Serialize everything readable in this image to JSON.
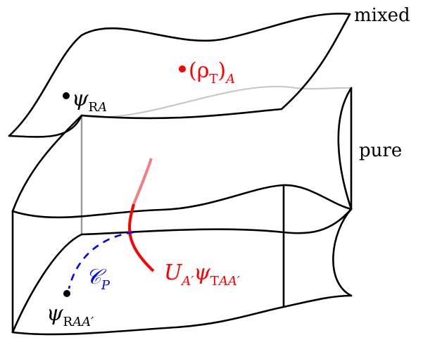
{
  "labels": {
    "mixed": "mixed",
    "pure": "pure",
    "psi_RA_main": "ψ",
    "psi_RA_sub": "R",
    "psi_RA_sub2": "A",
    "rho_T_A": "(ρ",
    "rho_T_sub": "T",
    "rho_T_close": ")",
    "rho_T_subA": "A",
    "C_P_main": "𝒞",
    "C_P_sub": "P",
    "psi_RAA_main": "ψ",
    "psi_RAA_sub": "R",
    "psi_RAA_sub2": "AA′",
    "U_main": "U",
    "U_sub": "A′",
    "U_psi": "ψ",
    "U_psi_sub": "T",
    "U_psi_sub2": "AA′"
  },
  "colors": {
    "red": "#ff0000",
    "light_red": "#f08080",
    "blue": "#0000ff",
    "black": "#000000"
  }
}
